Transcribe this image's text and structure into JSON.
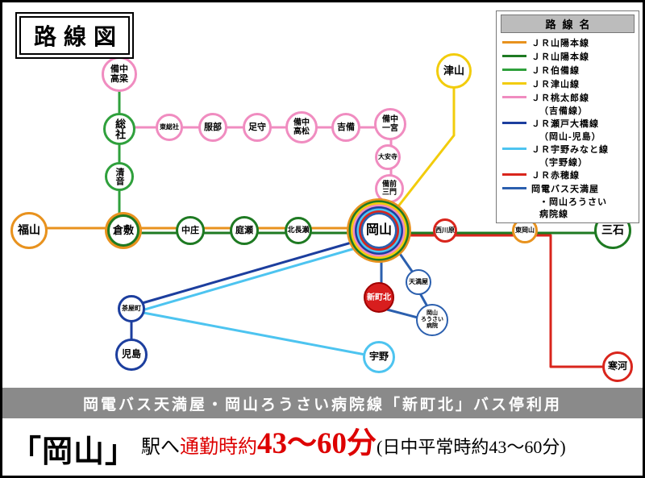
{
  "title": "路線図",
  "legend": {
    "header": "路線名",
    "items": [
      {
        "label": "ＪＲ山陽本線"
      },
      {
        "label": "ＪＲ山陽本線"
      },
      {
        "label": "ＪＲ伯備線"
      },
      {
        "label": "ＪＲ津山線"
      },
      {
        "label": "ＪＲ桃太郎線",
        "label2": "（吉備線）"
      },
      {
        "label": "ＪＲ瀬戸大橋線",
        "label2": "（岡山-児島）"
      },
      {
        "label": "ＪＲ宇野みなと線",
        "label2": "（宇野線）"
      },
      {
        "label": "ＪＲ赤穂線"
      },
      {
        "label": "岡電バス天満屋",
        "label2": "・岡山ろうさい",
        "label3": "病院線"
      }
    ]
  },
  "colors": {
    "sanyo_west": "#E8921E",
    "sanyo_east": "#1E7A22",
    "hakubi": "#2FA03C",
    "tsuyama": "#F2CC0C",
    "momotaro": "#F08CC0",
    "seto_ohashi": "#1C3E9E",
    "uno": "#4DC4F0",
    "ako": "#D9251C",
    "bus": "#2B5FAE",
    "banner_bg": "#8A8A8A",
    "time_accent": "#DD0000"
  },
  "stations": [
    "備中\n高梁",
    "総社",
    "清音",
    "東総社",
    "服部",
    "足守",
    "備中\n高松",
    "吉備",
    "備中\n一宮",
    "大安寺",
    "備前\n三門",
    "津山",
    "福山",
    "倉敷",
    "中庄",
    "庭瀬",
    "北長瀬",
    "岡山",
    "西川原",
    "東岡山",
    "三石",
    "茶屋町",
    "児島",
    "宇野",
    "新町北",
    "天満屋",
    "岡山\nろうさい\n病院",
    "寒河"
  ],
  "banner": "岡電バス天満屋・岡山ろうさい病院線「新町北」バス停利用",
  "footer": {
    "station": "「岡山」",
    "suffix": "駅へ",
    "commute_label": "通勤時約",
    "commute_value": "43〜60分",
    "note": "(日中平常時約43〜60分)"
  }
}
